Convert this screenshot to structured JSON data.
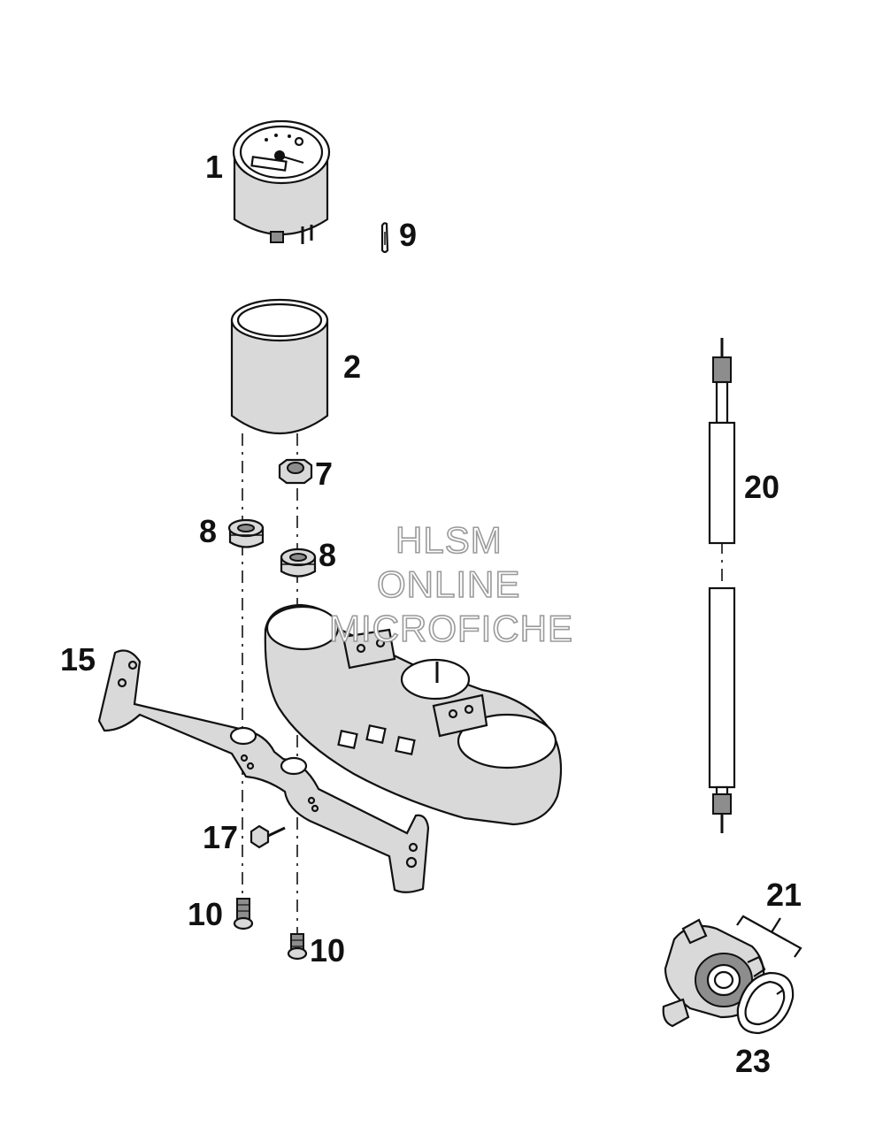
{
  "callouts": {
    "p1": "1",
    "p2": "2",
    "p7": "7",
    "p8a": "8",
    "p8b": "8",
    "p9": "9",
    "p10a": "10",
    "p10b": "10",
    "p15": "15",
    "p17": "17",
    "p20": "20",
    "p21": "21",
    "p23": "23"
  },
  "watermark": {
    "line1": "HLSM",
    "line2": "ONLINE",
    "line3": "MICROFICHE"
  }
}
